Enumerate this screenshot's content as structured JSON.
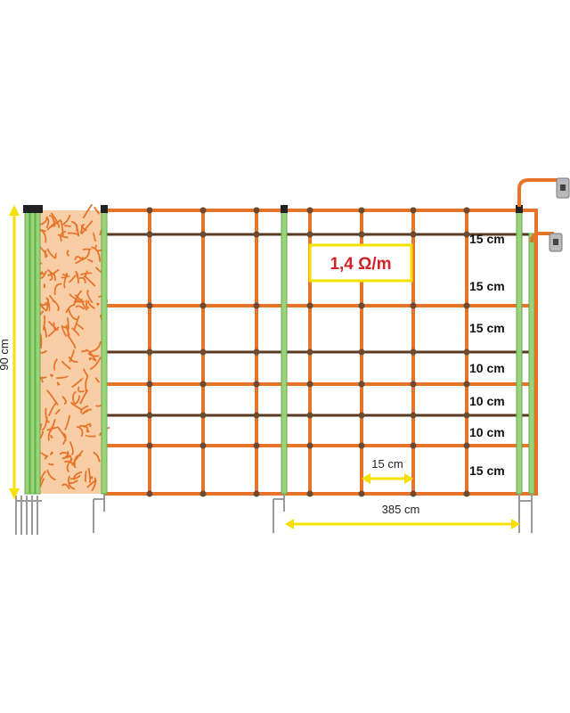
{
  "colors": {
    "wire": "#e8742a",
    "conductor": "#5a3a22",
    "post": "#9bd37a",
    "post_dark": "#5fae4a",
    "knot": "#6b4a30",
    "dimension": "#f5e000",
    "spike": "#9a9a9a",
    "resistance_text": "#d2232a",
    "resistance_border": "#f5e000"
  },
  "labels": {
    "height": "90 cm",
    "mesh_width": "15 cm",
    "post_spacing": "385 cm",
    "resistance": "1,4 Ω/m"
  },
  "spacing_labels": [
    "15 cm",
    "15 cm",
    "15 cm",
    "10 cm",
    "10 cm",
    "10 cm",
    "15 cm"
  ],
  "icons": [
    "roll-of-netting-icon",
    "fence-post-icon",
    "ground-spike-icon",
    "insulator-hook-icon"
  ]
}
